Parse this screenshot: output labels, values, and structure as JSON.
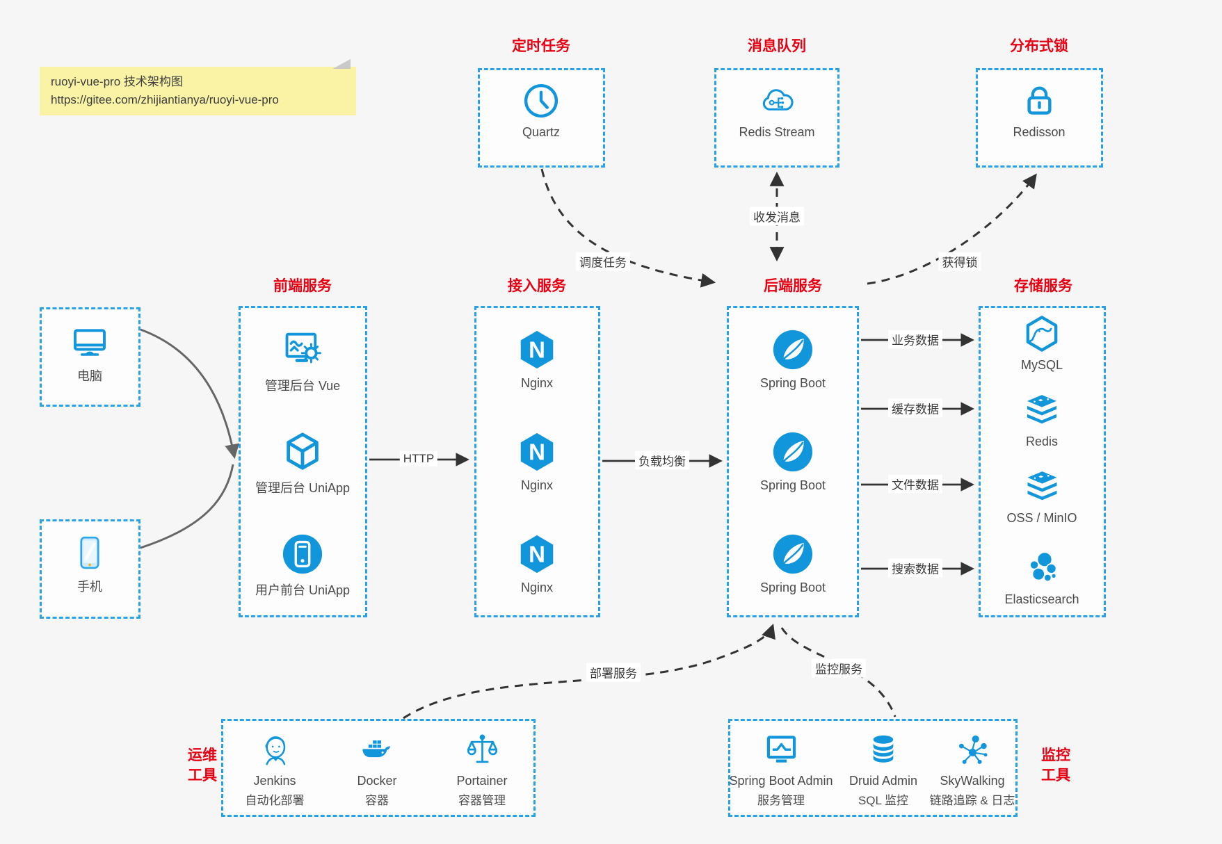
{
  "note": {
    "title": "ruoyi-vue-pro 技术架构图",
    "url": "https://gitee.com/zhijiantianya/ruoyi-vue-pro"
  },
  "colors": {
    "icon_blue": "#1296db",
    "border_blue": "#27a2ea",
    "title_red": "#e60012",
    "arrow_dark": "#333333",
    "device_arrow_gray": "#666666",
    "note_bg": "#faf3a6",
    "label_gray": "#4a4a4a",
    "page_bg": "#f6f6f6"
  },
  "top_groups": [
    {
      "title": "定时任务",
      "item": {
        "label": "Quartz",
        "icon": "clock-icon"
      }
    },
    {
      "title": "消息队列",
      "item": {
        "label": "Redis Stream",
        "icon": "cloud-mq-icon"
      }
    },
    {
      "title": "分布式锁",
      "item": {
        "label": "Redisson",
        "icon": "lock-icon"
      }
    }
  ],
  "devices": [
    {
      "label": "电脑",
      "icon": "desktop-icon"
    },
    {
      "label": "手机",
      "icon": "smartphone-icon"
    }
  ],
  "service_columns": [
    {
      "title": "前端服务",
      "items": [
        {
          "label": "管理后台 Vue",
          "icon": "admin-vue-icon"
        },
        {
          "label": "管理后台 UniApp",
          "icon": "uniapp-cube-icon"
        },
        {
          "label": "用户前台 UniApp",
          "icon": "user-app-icon"
        }
      ]
    },
    {
      "title": "接入服务",
      "items": [
        {
          "label": "Nginx",
          "icon": "nginx-icon"
        },
        {
          "label": "Nginx",
          "icon": "nginx-icon"
        },
        {
          "label": "Nginx",
          "icon": "nginx-icon"
        }
      ]
    },
    {
      "title": "后端服务",
      "items": [
        {
          "label": "Spring Boot",
          "icon": "spring-boot-icon"
        },
        {
          "label": "Spring Boot",
          "icon": "spring-boot-icon"
        },
        {
          "label": "Spring Boot",
          "icon": "spring-boot-icon"
        }
      ]
    },
    {
      "title": "存储服务",
      "items": [
        {
          "label": "MySQL",
          "icon": "mysql-icon"
        },
        {
          "label": "Redis",
          "icon": "redis-stack-icon"
        },
        {
          "label": "OSS / MinIO",
          "icon": "oss-stack-icon"
        },
        {
          "label": "Elasticsearch",
          "icon": "elasticsearch-icon"
        }
      ]
    }
  ],
  "tool_groups": [
    {
      "side_label": [
        "运维",
        "工具"
      ],
      "items": [
        {
          "name": "Jenkins",
          "desc": "自动化部署",
          "icon": "jenkins-icon"
        },
        {
          "name": "Docker",
          "desc": "容器",
          "icon": "docker-icon"
        },
        {
          "name": "Portainer",
          "desc": "容器管理",
          "icon": "scales-icon"
        }
      ]
    },
    {
      "side_label": [
        "监控",
        "工具"
      ],
      "items": [
        {
          "name": "Spring Boot Admin",
          "desc": "服务管理",
          "icon": "monitor-chart-icon"
        },
        {
          "name": "Druid Admin",
          "desc": "SQL 监控",
          "icon": "database-icon"
        },
        {
          "name": "SkyWalking",
          "desc": "链路追踪 & 日志",
          "icon": "node-graph-icon"
        }
      ]
    }
  ],
  "connector_labels": {
    "http": "HTTP",
    "load_balance": "负载均衡",
    "schedule_task": "调度任务",
    "send_receive_msg": "收发消息",
    "acquire_lock": "获得锁",
    "business_data": "业务数据",
    "cache_data": "缓存数据",
    "file_data": "文件数据",
    "search_data": "搜索数据",
    "deploy_service": "部署服务",
    "monitor_service": "监控服务"
  },
  "icon_glyphs": {
    "nginx": "N"
  }
}
